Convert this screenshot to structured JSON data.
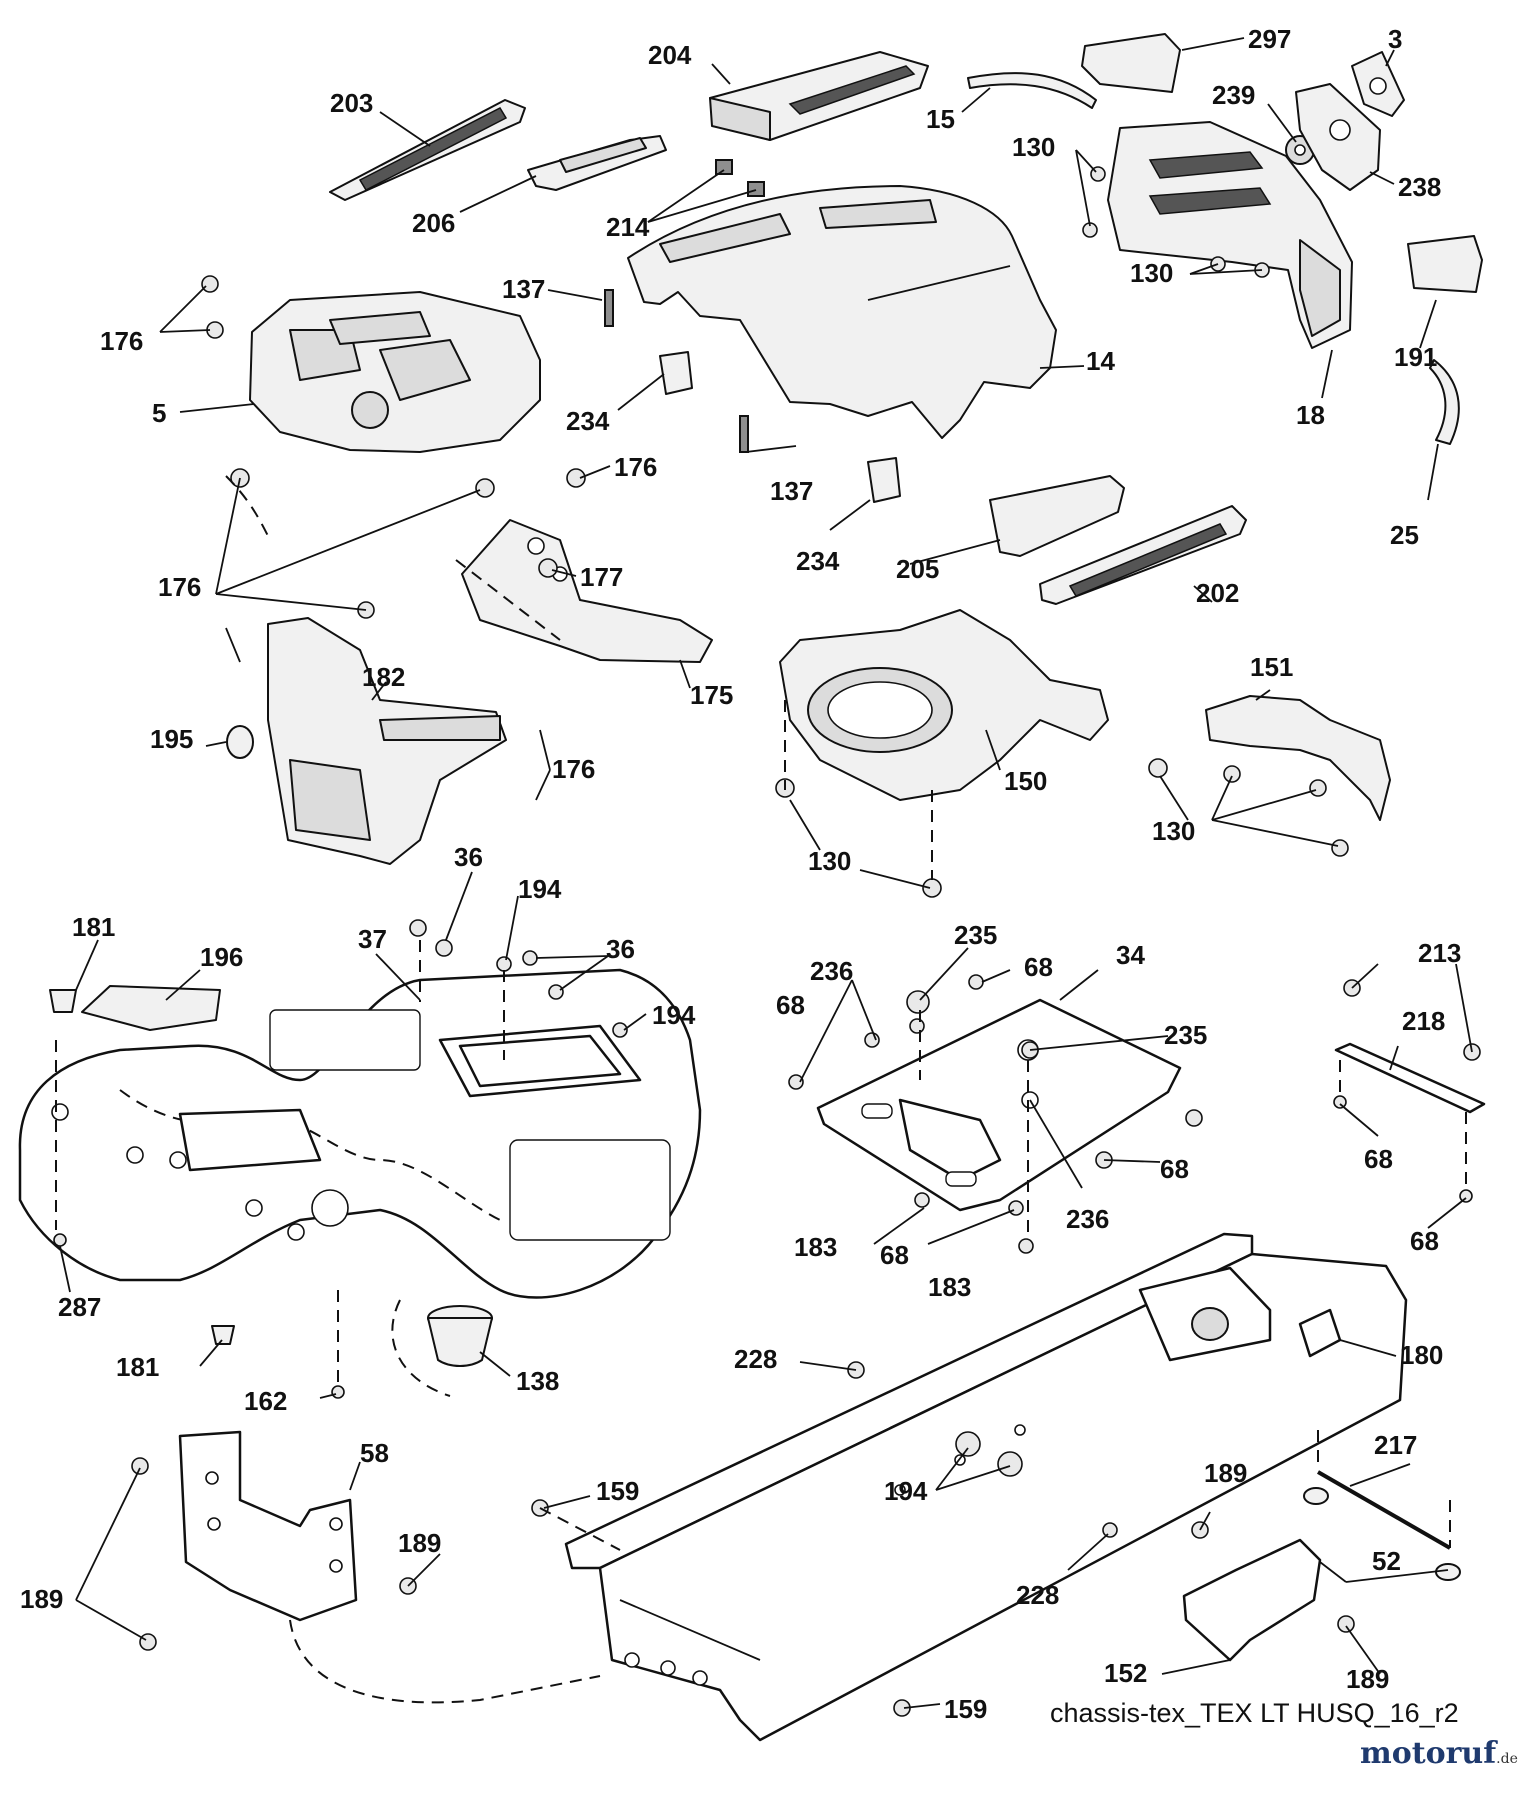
{
  "diagram": {
    "reference_code": "chassis-tex_TEX LT HUSQ_16_r2",
    "watermark": "motoruf",
    "watermark_suffix": ".de"
  },
  "callouts": [
    {
      "id": "c203a",
      "text": "203"
    },
    {
      "id": "c204",
      "text": "204"
    },
    {
      "id": "c297",
      "text": "297"
    },
    {
      "id": "c3",
      "text": "3"
    },
    {
      "id": "c15",
      "text": "15"
    },
    {
      "id": "c239",
      "text": "239"
    },
    {
      "id": "c130a",
      "text": "130"
    },
    {
      "id": "c238",
      "text": "238"
    },
    {
      "id": "c206",
      "text": "206"
    },
    {
      "id": "c214",
      "text": "214"
    },
    {
      "id": "c137a",
      "text": "137"
    },
    {
      "id": "c176a",
      "text": "176"
    },
    {
      "id": "c5",
      "text": "5"
    },
    {
      "id": "c234a",
      "text": "234"
    },
    {
      "id": "c14",
      "text": "14"
    },
    {
      "id": "c130b",
      "text": "130"
    },
    {
      "id": "c191",
      "text": "191"
    },
    {
      "id": "c18",
      "text": "18"
    },
    {
      "id": "c176b",
      "text": "176"
    },
    {
      "id": "c137b",
      "text": "137"
    },
    {
      "id": "c25",
      "text": "25"
    },
    {
      "id": "c234b",
      "text": "234"
    },
    {
      "id": "c205",
      "text": "205"
    },
    {
      "id": "c176c",
      "text": "176"
    },
    {
      "id": "c177",
      "text": "177"
    },
    {
      "id": "c202",
      "text": "202"
    },
    {
      "id": "c151",
      "text": "151"
    },
    {
      "id": "c182",
      "text": "182"
    },
    {
      "id": "c175",
      "text": "175"
    },
    {
      "id": "c195",
      "text": "195"
    },
    {
      "id": "c176d",
      "text": "176"
    },
    {
      "id": "c150",
      "text": "150"
    },
    {
      "id": "c130c",
      "text": "130"
    },
    {
      "id": "c130d",
      "text": "130"
    },
    {
      "id": "c36a",
      "text": "36"
    },
    {
      "id": "c194a",
      "text": "194"
    },
    {
      "id": "c181a",
      "text": "181"
    },
    {
      "id": "c196",
      "text": "196"
    },
    {
      "id": "c37",
      "text": "37"
    },
    {
      "id": "c36b",
      "text": "36"
    },
    {
      "id": "c235a",
      "text": "235"
    },
    {
      "id": "c68a",
      "text": "68"
    },
    {
      "id": "c34",
      "text": "34"
    },
    {
      "id": "c213",
      "text": "213"
    },
    {
      "id": "c236a",
      "text": "236"
    },
    {
      "id": "c194b",
      "text": "194"
    },
    {
      "id": "c68b",
      "text": "68"
    },
    {
      "id": "c218",
      "text": "218"
    },
    {
      "id": "c235b",
      "text": "235"
    },
    {
      "id": "c68c",
      "text": "68"
    },
    {
      "id": "c68d",
      "text": "68"
    },
    {
      "id": "c236b",
      "text": "236"
    },
    {
      "id": "c183a",
      "text": "183"
    },
    {
      "id": "c68e",
      "text": "68"
    },
    {
      "id": "c68f",
      "text": "68"
    },
    {
      "id": "c183b",
      "text": "183"
    },
    {
      "id": "c287",
      "text": "287"
    },
    {
      "id": "c181b",
      "text": "181"
    },
    {
      "id": "c138",
      "text": "138"
    },
    {
      "id": "c162",
      "text": "162"
    },
    {
      "id": "c228a",
      "text": "228"
    },
    {
      "id": "c180",
      "text": "180"
    },
    {
      "id": "c217",
      "text": "217"
    },
    {
      "id": "c58",
      "text": "58"
    },
    {
      "id": "c159a",
      "text": "159"
    },
    {
      "id": "c194c",
      "text": "194"
    },
    {
      "id": "c189a",
      "text": "189"
    },
    {
      "id": "c189b",
      "text": "189"
    },
    {
      "id": "c52",
      "text": "52"
    },
    {
      "id": "c189c",
      "text": "189"
    },
    {
      "id": "c228b",
      "text": "228"
    },
    {
      "id": "c152",
      "text": "152"
    },
    {
      "id": "c189d",
      "text": "189"
    },
    {
      "id": "c159b",
      "text": "159"
    }
  ]
}
